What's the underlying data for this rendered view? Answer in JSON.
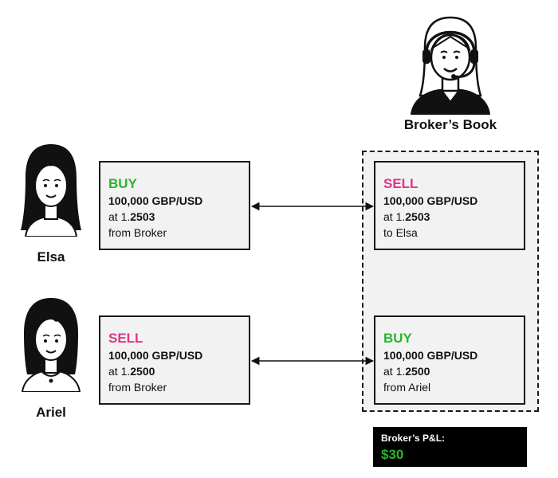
{
  "colors": {
    "buy": "#2bb52b",
    "sell": "#e0338a",
    "box_fill": "#f2f2f2",
    "book_fill": "#f2f2f2",
    "pnl_bg": "#000000",
    "pnl_value": "#2bb52b"
  },
  "broker": {
    "title": "Broker’s Book",
    "icon": "broker-headset-avatar-icon"
  },
  "clients": [
    {
      "name": "Elsa",
      "icon": "elsa-avatar-icon"
    },
    {
      "name": "Ariel",
      "icon": "ariel-avatar-icon"
    }
  ],
  "trades": {
    "elsa_client": {
      "side": "BUY",
      "quantity": "100,000 GBP/USD",
      "price_prefix": "at 1.",
      "price_bold": "2503",
      "counterparty": "from Broker"
    },
    "elsa_broker": {
      "side": "SELL",
      "quantity": "100,000 GBP/USD",
      "price_prefix": "at 1.",
      "price_bold": "2503",
      "counterparty": "to Elsa"
    },
    "ariel_client": {
      "side": "SELL",
      "quantity": "100,000 GBP/USD",
      "price_prefix": "at 1.",
      "price_bold": "2500",
      "counterparty": "from Broker"
    },
    "ariel_broker": {
      "side": "BUY",
      "quantity": "100,000 GBP/USD",
      "price_prefix": "at 1.",
      "price_bold": "2500",
      "counterparty": "from Ariel"
    }
  },
  "pnl": {
    "label": "Broker’s P&L:",
    "value": "$30"
  }
}
